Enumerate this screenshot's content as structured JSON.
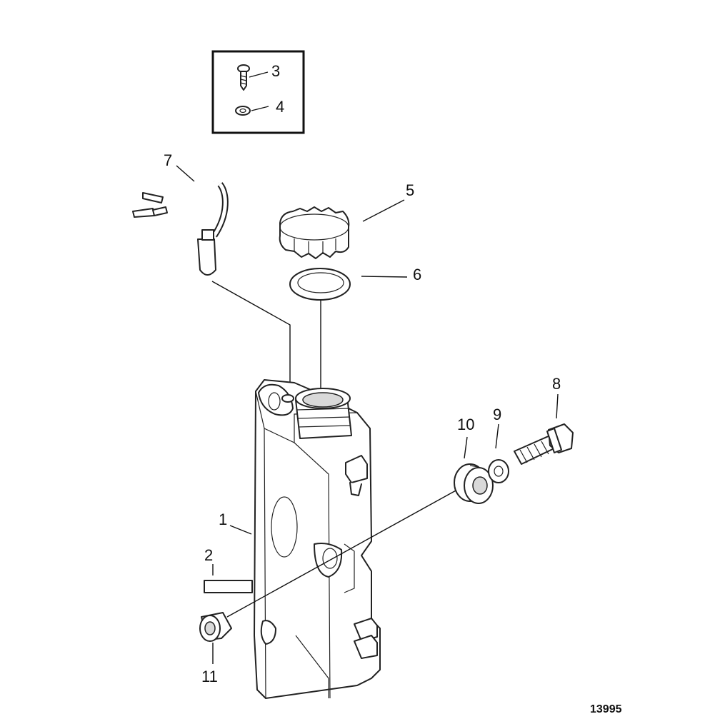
{
  "callouts": {
    "c1": "1",
    "c2": "2",
    "c3": "3",
    "c4": "4",
    "c5": "5",
    "c6": "6",
    "c7": "7",
    "c8": "8",
    "c9": "9",
    "c10": "10",
    "c11": "11"
  },
  "figure_number": "13995"
}
